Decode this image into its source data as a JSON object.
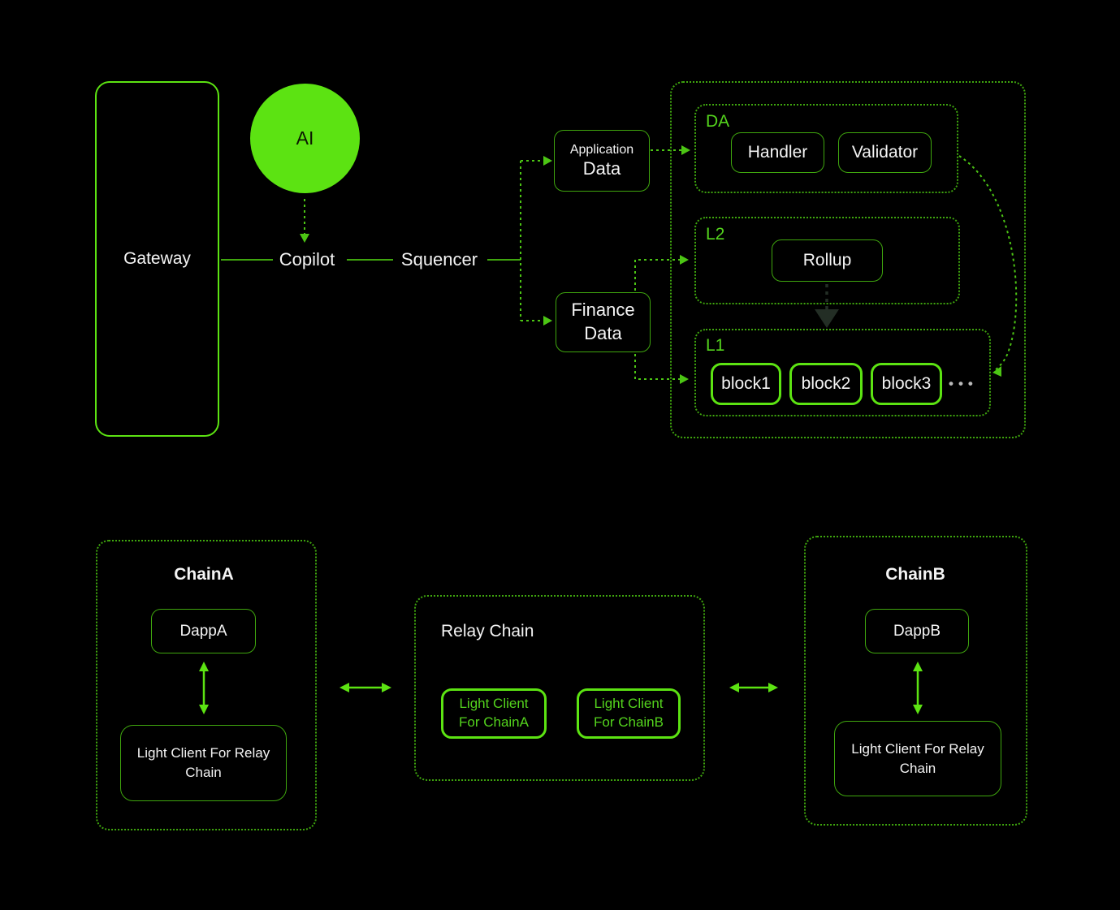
{
  "colors": {
    "accent_bright": "#5ce312",
    "accent": "#3fa60e",
    "connector_green": "#4cc514",
    "label_green": "#54d41d",
    "dark_arrow": "#232e25",
    "text_white": "#f4f4f4",
    "dots_gray": "#b9b9b9"
  },
  "diagram": {
    "top": {
      "gateway": "Gateway",
      "ai": "AI",
      "copilot": "Copilot",
      "sequencer": "Squencer",
      "application_data": {
        "line1": "Application",
        "line2": "Data"
      },
      "finance_data": {
        "line1": "Finance",
        "line2": "Data"
      },
      "da": {
        "label": "DA",
        "handler": "Handler",
        "validator": "Validator"
      },
      "l2": {
        "label": "L2",
        "rollup": "Rollup"
      },
      "l1": {
        "label": "L1",
        "blocks": [
          "block1",
          "block2",
          "block3"
        ],
        "ellipsis": "•••"
      }
    },
    "bottom": {
      "chain_a": {
        "title": "ChainA",
        "dapp": "DappA",
        "light_client": "Light Client For Relay Chain"
      },
      "relay": {
        "title": "Relay Chain",
        "lc_a": {
          "line1": "Light Client",
          "line2": "For ChainA"
        },
        "lc_b": {
          "line1": "Light Client",
          "line2": "For ChainB"
        }
      },
      "chain_b": {
        "title": "ChainB",
        "dapp": "DappB",
        "light_client": "Light Client For Relay Chain"
      }
    }
  }
}
